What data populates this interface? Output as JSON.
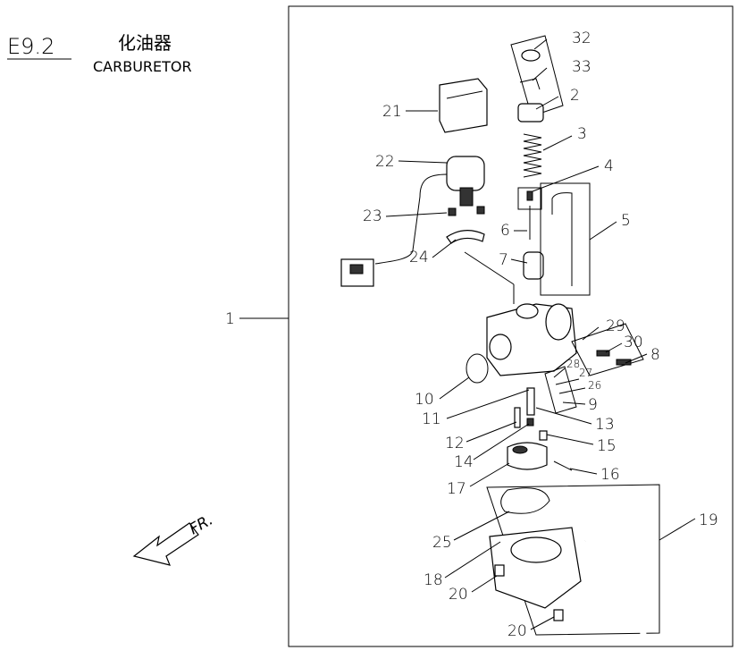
{
  "header": {
    "section_code": "E9.2",
    "title_cn": "化油器",
    "title_en": "CARBURETOR"
  },
  "direction_label": "FR.",
  "callouts": {
    "p1": "1",
    "p2": "2",
    "p3": "3",
    "p4": "4",
    "p5": "5",
    "p6": "6",
    "p7": "7",
    "p8": "8",
    "p9": "9",
    "p10": "10",
    "p11": "11",
    "p12": "12",
    "p13": "13",
    "p14": "14",
    "p15": "15",
    "p16": "16",
    "p17": "17",
    "p18": "18",
    "p19": "19",
    "p20a": "20",
    "p20b": "20",
    "p21": "21",
    "p22": "22",
    "p23": "23",
    "p24": "24",
    "p25": "25",
    "p26": "26",
    "p27": "27",
    "p28": "28",
    "p29": "29",
    "p30": "30",
    "p32": "32",
    "p33": "33"
  }
}
